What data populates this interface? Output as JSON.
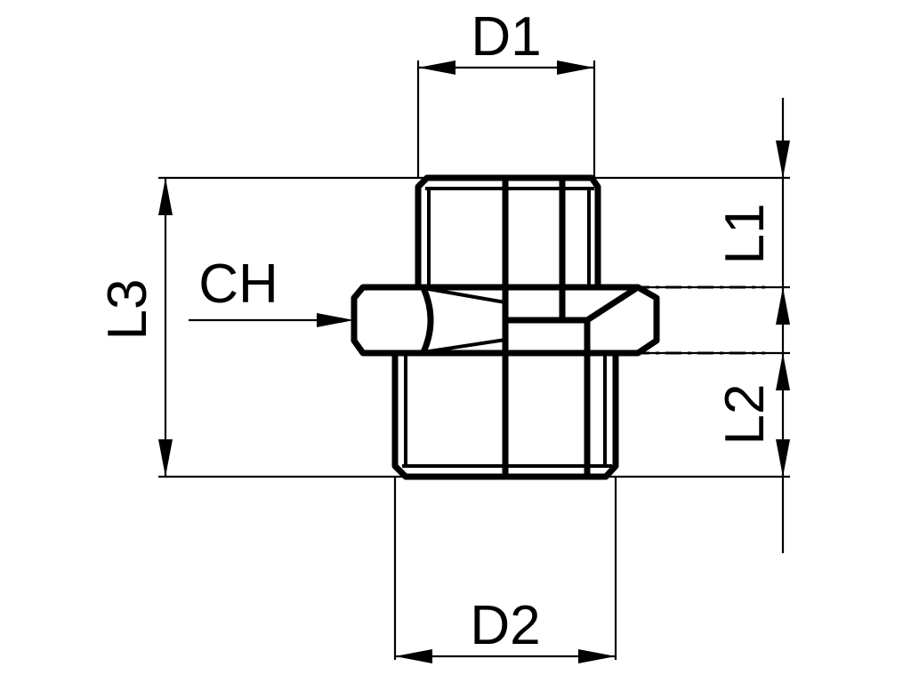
{
  "drawing": {
    "labels": {
      "d1": "D1",
      "d2": "D2",
      "l1": "L1",
      "l2": "L2",
      "l3": "L3",
      "ch": "CH"
    }
  }
}
